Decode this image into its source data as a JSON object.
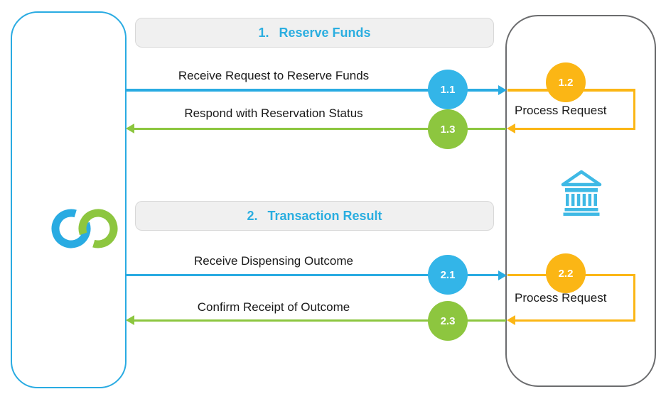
{
  "diagram": {
    "left_actor": {
      "icon": "interlocking-rings-logo"
    },
    "right_actor": {
      "icon": "bank-icon"
    },
    "sections": [
      {
        "header_number": "1.",
        "header_title": "Reserve Funds",
        "request_label": "Receive Request to Reserve Funds",
        "request_badge": "1.1",
        "process_badge": "1.2",
        "process_label": "Process Request",
        "response_label": "Respond with Reservation Status",
        "response_badge": "1.3"
      },
      {
        "header_number": "2.",
        "header_title": "Transaction Result",
        "request_label": "Receive Dispensing Outcome",
        "request_badge": "2.1",
        "process_badge": "2.2",
        "process_label": "Process Request",
        "response_label": "Confirm Receipt of Outcome",
        "response_badge": "2.3"
      }
    ],
    "colors": {
      "cyan": "#29ABE2",
      "badge_blue": "#33B5E8",
      "green": "#8CC63F",
      "yellow": "#FBB615",
      "right_box_border": "#6B6C6E",
      "header_bg": "#F0F0F0",
      "label_text": "#1A1A1A"
    }
  }
}
